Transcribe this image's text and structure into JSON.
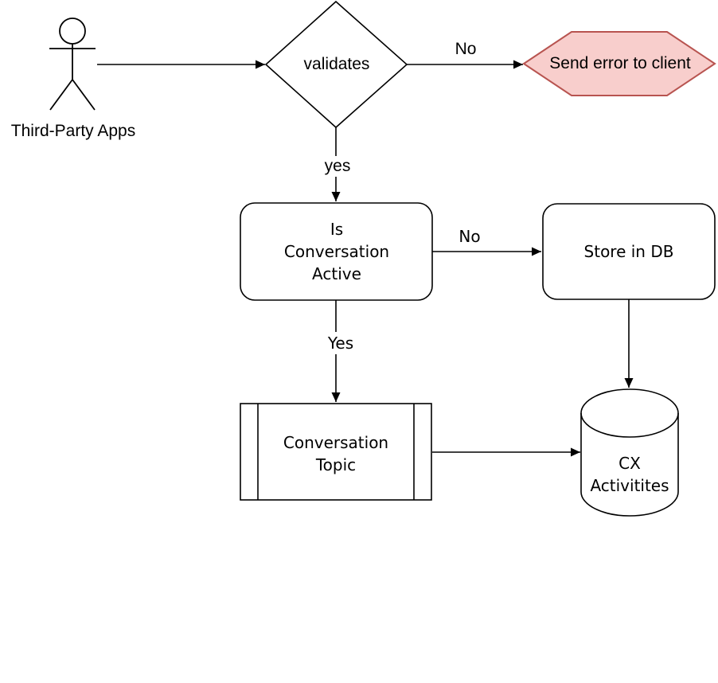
{
  "nodes": {
    "actor": {
      "label": "Third-Party Apps",
      "type": "actor"
    },
    "validates": {
      "label": "validates",
      "type": "decision-diamond"
    },
    "send_error": {
      "label": "Send error to client",
      "type": "hexagon",
      "fill": "#f8cecc",
      "stroke": "#b85450"
    },
    "is_conversation_active": {
      "label": "Is\nConversation\nActive",
      "type": "rounded-rectangle"
    },
    "store_in_db": {
      "label": "Store in DB",
      "type": "rounded-rectangle"
    },
    "conversation_topic": {
      "label": "Conversation\nTopic",
      "type": "predefined-process"
    },
    "cx_activitites": {
      "label": "CX\nActivitites",
      "type": "database-cylinder"
    }
  },
  "edge_labels": {
    "validates_no": "No",
    "validates_yes": "yes",
    "active_no": "No",
    "active_yes": "Yes"
  }
}
